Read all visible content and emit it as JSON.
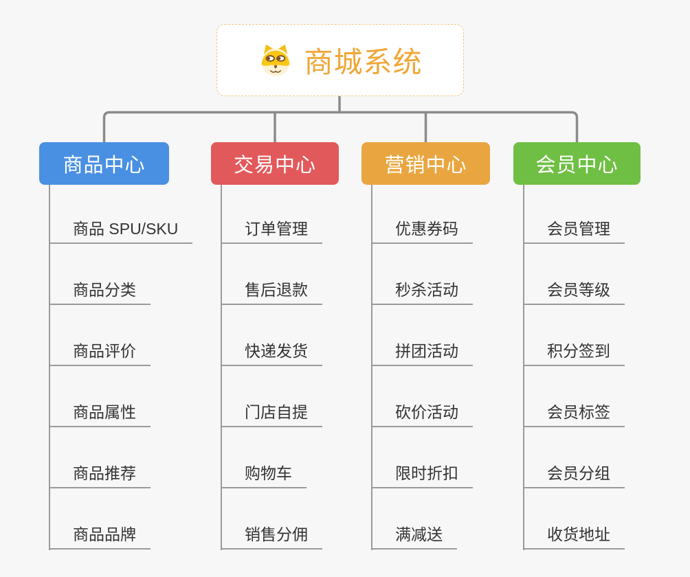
{
  "root": {
    "title": "商城系统",
    "icon": "dog-face-icon"
  },
  "branches": [
    {
      "label": "商品中心",
      "color": "#4a90e2",
      "children": [
        "商品 SPU/SKU",
        "商品分类",
        "商品评价",
        "商品属性",
        "商品推荐",
        "商品品牌"
      ]
    },
    {
      "label": "交易中心",
      "color": "#e2595b",
      "children": [
        "订单管理",
        "售后退款",
        "快递发货",
        "门店自提",
        "购物车",
        "销售分佣"
      ]
    },
    {
      "label": "营销中心",
      "color": "#e9a640",
      "children": [
        "优惠券码",
        "秒杀活动",
        "拼团活动",
        "砍价活动",
        "限时折扣",
        "满减送"
      ]
    },
    {
      "label": "会员中心",
      "color": "#6fbf44",
      "children": [
        "会员管理",
        "会员等级",
        "积分签到",
        "会员标签",
        "会员分组",
        "收货地址"
      ]
    }
  ],
  "colors": {
    "background": "#f7f7f7",
    "connector": "#8b8b8b",
    "leaf_line": "#9a9a9a",
    "leaf_text": "#333333",
    "root_border": "#f1c584",
    "root_text": "#f0a636",
    "branch_text": "#ffffff"
  }
}
